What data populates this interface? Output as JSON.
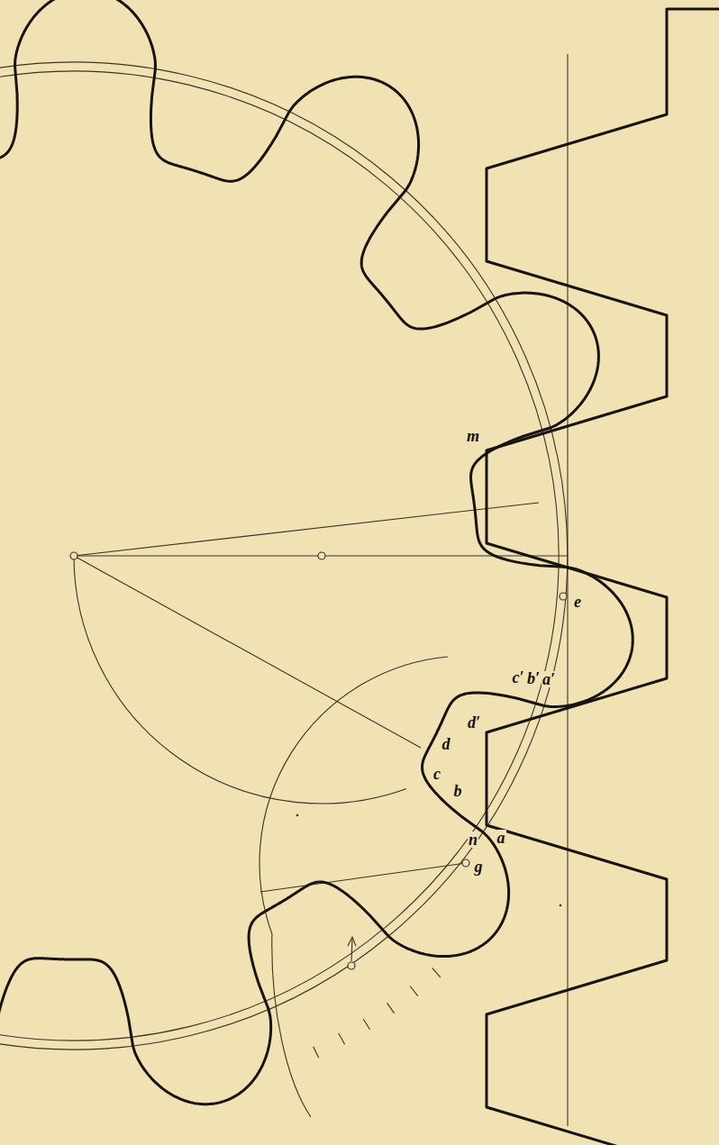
{
  "diagram": {
    "labels": [
      "m",
      "e",
      "c′",
      "b′",
      "a′",
      "d′",
      "d",
      "c",
      "b",
      "n",
      "a",
      "g"
    ]
  }
}
